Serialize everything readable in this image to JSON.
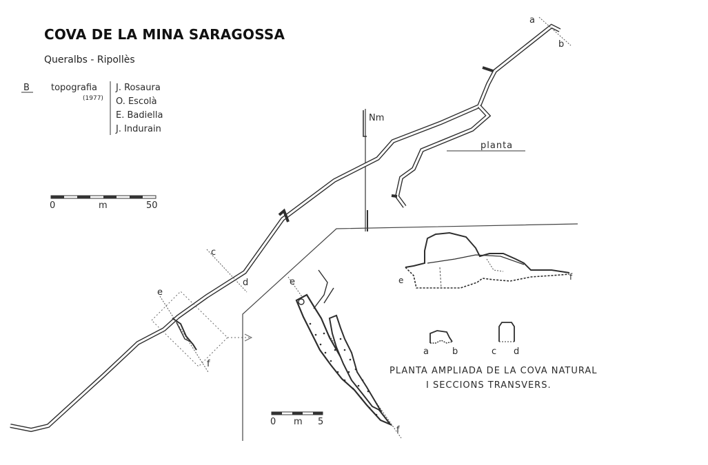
{
  "header": {
    "title": "COVA DE LA MINA SARAGOSSA",
    "subtitle": "Queralbs - Ripollès"
  },
  "credits": {
    "sheet_letter": "B",
    "label": "topografia",
    "year": "(1977)",
    "authors": [
      "J. Rosaura",
      "O. Escolà",
      "E. Badiella",
      "J. Indurain"
    ]
  },
  "north": {
    "label": "Nm"
  },
  "plan_label": "planta",
  "scale_main": {
    "start": "0",
    "unit": "m",
    "end": "50"
  },
  "scale_detail": {
    "start": "0",
    "unit": "m",
    "end": "5"
  },
  "section_letters": {
    "a": "a",
    "b": "b",
    "c": "c",
    "d": "d",
    "e": "e",
    "f": "f"
  },
  "profile_letters": {
    "e": "e",
    "f": "f"
  },
  "cross_sections": [
    {
      "left": "a",
      "right": "b"
    },
    {
      "left": "c",
      "right": "d"
    }
  ],
  "caption": {
    "line1": "PLANTA AMPLIADA DE LA COVA NATURAL",
    "line2": "I SECCIONS TRANSVERS."
  },
  "colors": {
    "ink": "#2e2e2e",
    "paper": "#ffffff"
  }
}
